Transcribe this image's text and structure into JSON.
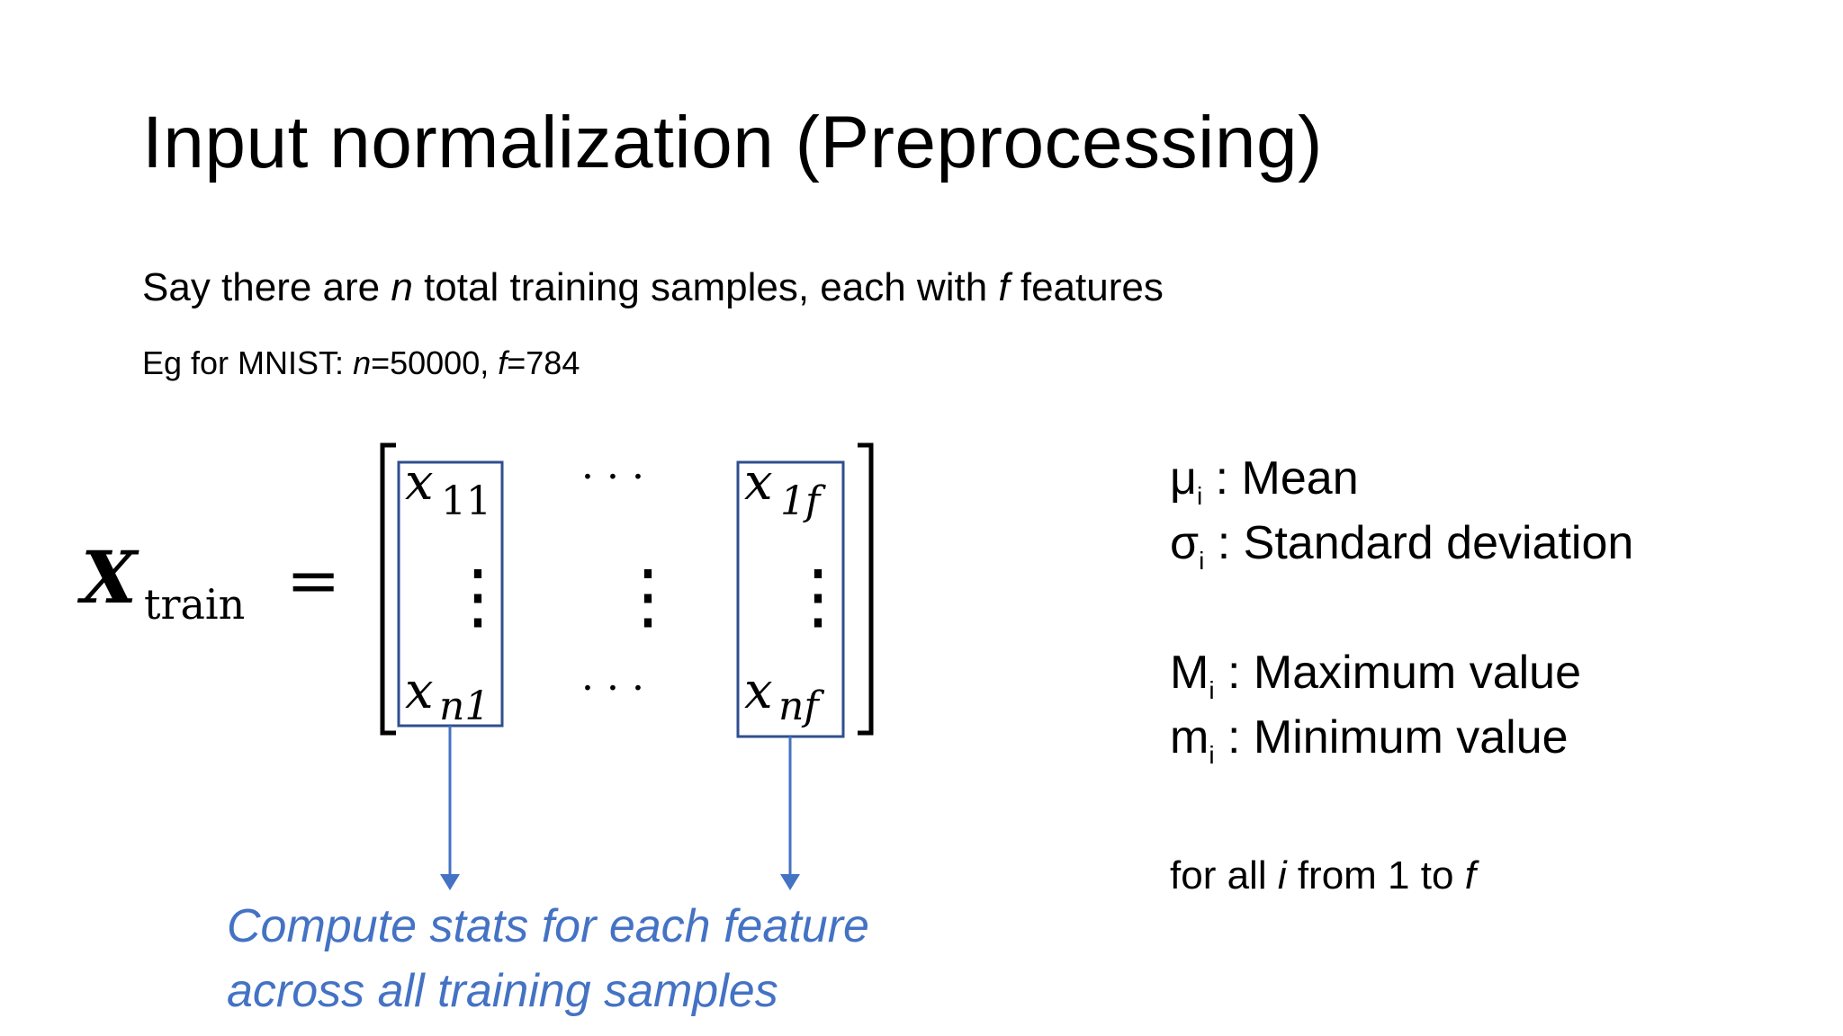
{
  "slide": {
    "title": "Input normalization (Preprocessing)",
    "intro": {
      "prefix": "Say there are ",
      "n_var": "n",
      "middle": " total training samples, each with ",
      "f_var": "f",
      "suffix": " features"
    },
    "example": {
      "prefix": "Eg for MNIST: ",
      "n_var": "n",
      "n_value": "=50000, ",
      "f_var": "f",
      "f_value": "=784"
    },
    "matrix": {
      "lhs_symbol": "X",
      "lhs_subscript": "train",
      "equals": "=",
      "x11": "x",
      "x11_sub": "11",
      "x1f": "x",
      "x1f_sub": "1f",
      "xn1": "x",
      "xn1_sub": "n1",
      "xnf": "x",
      "xnf_sub": "nf",
      "hdots": "· · ·",
      "vdots": "⋮"
    },
    "legend": [
      {
        "symbol": "μ",
        "sub": "i",
        "text": " : Mean"
      },
      {
        "symbol": "σ",
        "sub": "i",
        "text": " : Standard deviation"
      },
      {
        "symbol": "M",
        "sub": "i",
        "text": " : Maximum value"
      },
      {
        "symbol": "m",
        "sub": "i",
        "text": " : Minimum value"
      }
    ],
    "forall": {
      "prefix": "for all ",
      "i_var": "i",
      "middle": " from 1 to ",
      "f_var": "f"
    },
    "caption": {
      "line1": "Compute stats for each feature",
      "line2": "across all training samples"
    },
    "colors": {
      "accent": "#4472c4",
      "box": "#2f4f8f",
      "text": "#000000"
    }
  }
}
